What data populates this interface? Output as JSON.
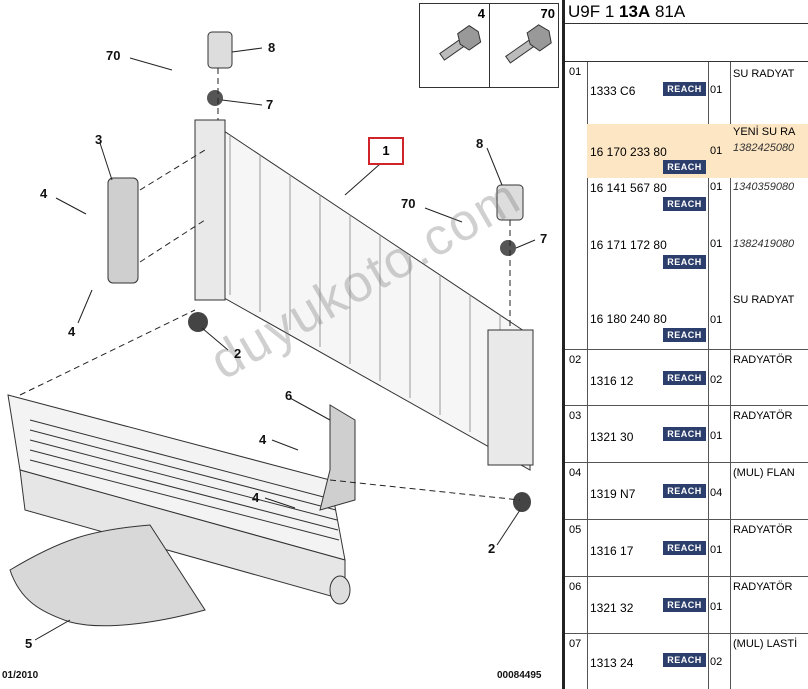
{
  "diagram": {
    "callouts": [
      "70",
      "8",
      "7",
      "3",
      "4",
      "4",
      "1",
      "8",
      "70",
      "7",
      "2",
      "6",
      "4",
      "4",
      "2",
      "5"
    ],
    "fastener_box": [
      {
        "num": "4"
      },
      {
        "num": "70"
      }
    ],
    "watermark": "duyukoto.com",
    "footer_left": "01/2010",
    "footer_right": "00084495"
  },
  "panel": {
    "header_pre": "U9F 1 ",
    "header_bold": "13A",
    "header_post": " 81A",
    "groups": [
      {
        "num": "01",
        "rows": [
          {
            "pn": "1333 C6",
            "qty": "01",
            "desc": "SU RADYAT",
            "italic": false,
            "reach": true
          },
          {
            "pn": "16 170 233 80",
            "qty": "01",
            "desc": "YENİ SU RA",
            "desc2": "1382425080",
            "italic": false,
            "reach": true,
            "highlight": true
          },
          {
            "pn": "16 141 567 80",
            "qty": "01",
            "desc": "1340359080",
            "italic": true,
            "reach": true
          },
          {
            "pn": "16 171 172 80",
            "qty": "01",
            "desc": "1382419080",
            "italic": true,
            "reach": true
          },
          {
            "pn": "16 180 240 80",
            "qty": "01",
            "desc": "SU RADYAT",
            "italic": false,
            "reach": true
          }
        ]
      },
      {
        "num": "02",
        "rows": [
          {
            "pn": "1316 12",
            "qty": "02",
            "desc": "RADYATÖR",
            "italic": false,
            "reach": true
          }
        ]
      },
      {
        "num": "03",
        "rows": [
          {
            "pn": "1321 30",
            "qty": "01",
            "desc": "RADYATÖR",
            "italic": false,
            "reach": true
          }
        ]
      },
      {
        "num": "04",
        "rows": [
          {
            "pn": "1319 N7",
            "qty": "04",
            "desc": "(MUL) FLAN",
            "italic": false,
            "reach": true
          }
        ]
      },
      {
        "num": "05",
        "rows": [
          {
            "pn": "1316 17",
            "qty": "01",
            "desc": "RADYATÖR",
            "italic": false,
            "reach": true
          }
        ]
      },
      {
        "num": "06",
        "rows": [
          {
            "pn": "1321 32",
            "qty": "01",
            "desc": "RADYATÖR",
            "italic": false,
            "reach": true
          }
        ]
      },
      {
        "num": "07",
        "rows": [
          {
            "pn": "1313 24",
            "qty": "02",
            "desc": "(MUL) LASTİ",
            "italic": false,
            "reach": true
          }
        ]
      }
    ],
    "reach_label": "REACH"
  },
  "colors": {
    "highlight": "#fde6c4",
    "reach_bg": "#2c3e6b",
    "ref_box": "#d0242a"
  }
}
